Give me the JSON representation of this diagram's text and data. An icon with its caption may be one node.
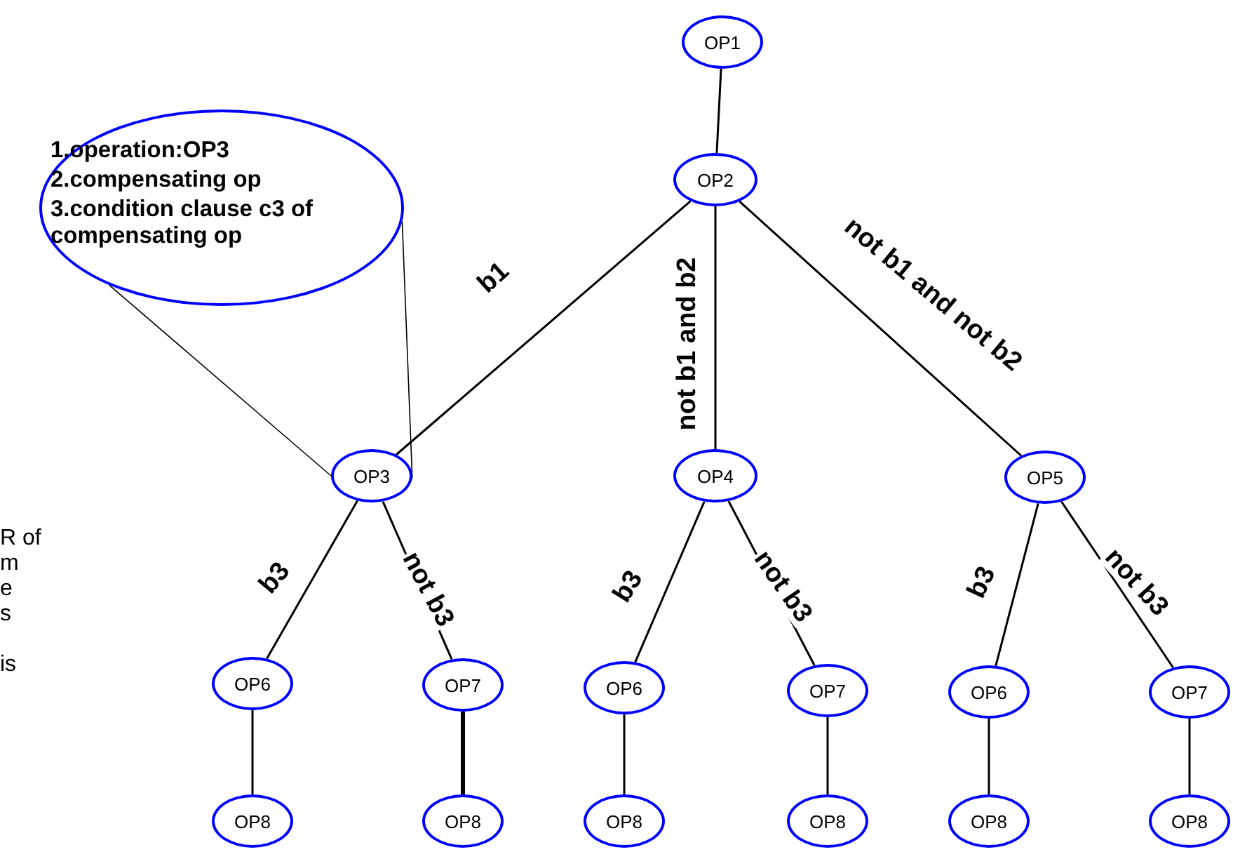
{
  "diagram": {
    "nodes": [
      {
        "text": [
          "OP1"
        ]
      },
      {
        "text": [
          "1.operation:OP3",
          "2.compensating op",
          "3.condition clause c3 of compensating op"
        ]
      },
      {
        "text": [
          "OP2"
        ]
      },
      {
        "text": [
          "OP3"
        ]
      },
      {
        "text": [
          "OP4"
        ]
      },
      {
        "text": [
          "OP5"
        ]
      },
      {
        "text": [
          "OP6"
        ]
      },
      {
        "text": [
          "OP7"
        ]
      },
      {
        "text": [
          "OP6"
        ]
      },
      {
        "text": [
          "OP7"
        ]
      },
      {
        "text": [
          "OP6"
        ]
      },
      {
        "text": [
          "OP7"
        ]
      },
      {
        "text": [
          "OP8"
        ]
      },
      {
        "text": [
          "OP8"
        ]
      },
      {
        "text": [
          "OP8"
        ]
      },
      {
        "text": [
          "OP8"
        ]
      },
      {
        "text": [
          "OP8"
        ]
      },
      {
        "text": [
          "OP8"
        ]
      }
    ],
    "edges": [
      {
        "from": 0,
        "to": 2,
        "arrow": "none"
      },
      {
        "from": 2,
        "to": 3,
        "arrow": "none",
        "label": "b1"
      },
      {
        "from": 2,
        "to": 4,
        "arrow": "none",
        "label": "not b1 and b2"
      },
      {
        "from": 2,
        "to": 5,
        "arrow": "none",
        "label": "not b1 and not b2"
      },
      {
        "from": 1,
        "to": 3,
        "arrow": "none"
      },
      {
        "from": 1,
        "to": 3,
        "arrow": "none"
      },
      {
        "from": 3,
        "to": 6,
        "arrow": "none",
        "label": "b3"
      },
      {
        "from": 3,
        "to": 7,
        "arrow": "none",
        "label": "not b3"
      },
      {
        "from": 4,
        "to": 8,
        "arrow": "none",
        "label": "b3"
      },
      {
        "from": 4,
        "to": 9,
        "arrow": "none",
        "label": "not b3"
      },
      {
        "from": 5,
        "to": 10,
        "arrow": "none",
        "label": "b3"
      },
      {
        "from": 5,
        "to": 11,
        "arrow": "none",
        "label": "not b3"
      },
      {
        "from": 6,
        "to": 12,
        "arrow": "none"
      },
      {
        "from": 7,
        "to": 13,
        "arrow": "none",
        "style": "thick"
      },
      {
        "from": 8,
        "to": 14,
        "arrow": "none"
      },
      {
        "from": 9,
        "to": 15,
        "arrow": "none"
      },
      {
        "from": 10,
        "to": 16,
        "arrow": "none"
      },
      {
        "from": 11,
        "to": 17,
        "arrow": "none"
      }
    ],
    "labels": [
      "R of",
      "m",
      "e",
      "s",
      "is"
    ]
  }
}
